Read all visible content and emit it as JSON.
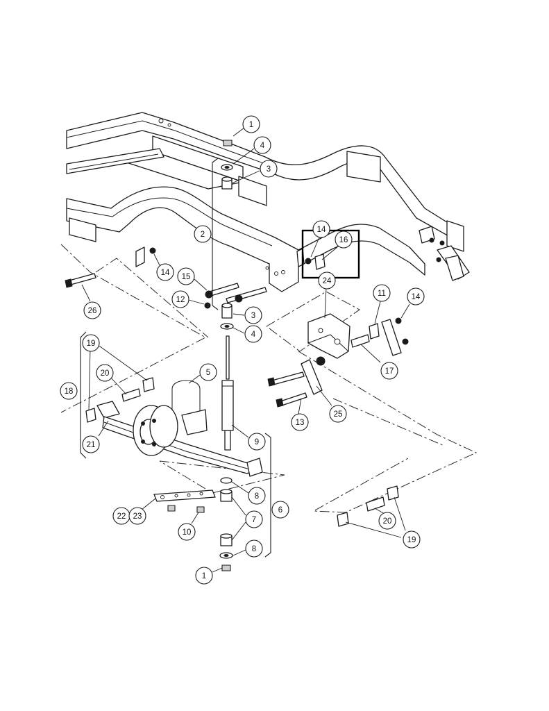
{
  "callouts": {
    "c1_top": "1",
    "c4_top": "4",
    "c3_top": "3",
    "c2": "2",
    "c14_left": "14",
    "c26": "26",
    "c15": "15",
    "c12": "12",
    "c3_mid": "3",
    "c4_mid": "4",
    "c14_box": "14",
    "c16": "16",
    "c24": "24",
    "c11": "11",
    "c14_right": "14",
    "c17": "17",
    "c25": "25",
    "c13": "13",
    "c19_left": "19",
    "c18": "18",
    "c20_left": "20",
    "c21": "21",
    "c5": "5",
    "c9": "9",
    "c8_upper": "8",
    "c6": "6",
    "c7": "7",
    "c8_lower": "8",
    "c1_bottom": "1",
    "c10": "10",
    "c22": "22",
    "c23": "23",
    "c20_right": "20",
    "c19_right": "19"
  }
}
